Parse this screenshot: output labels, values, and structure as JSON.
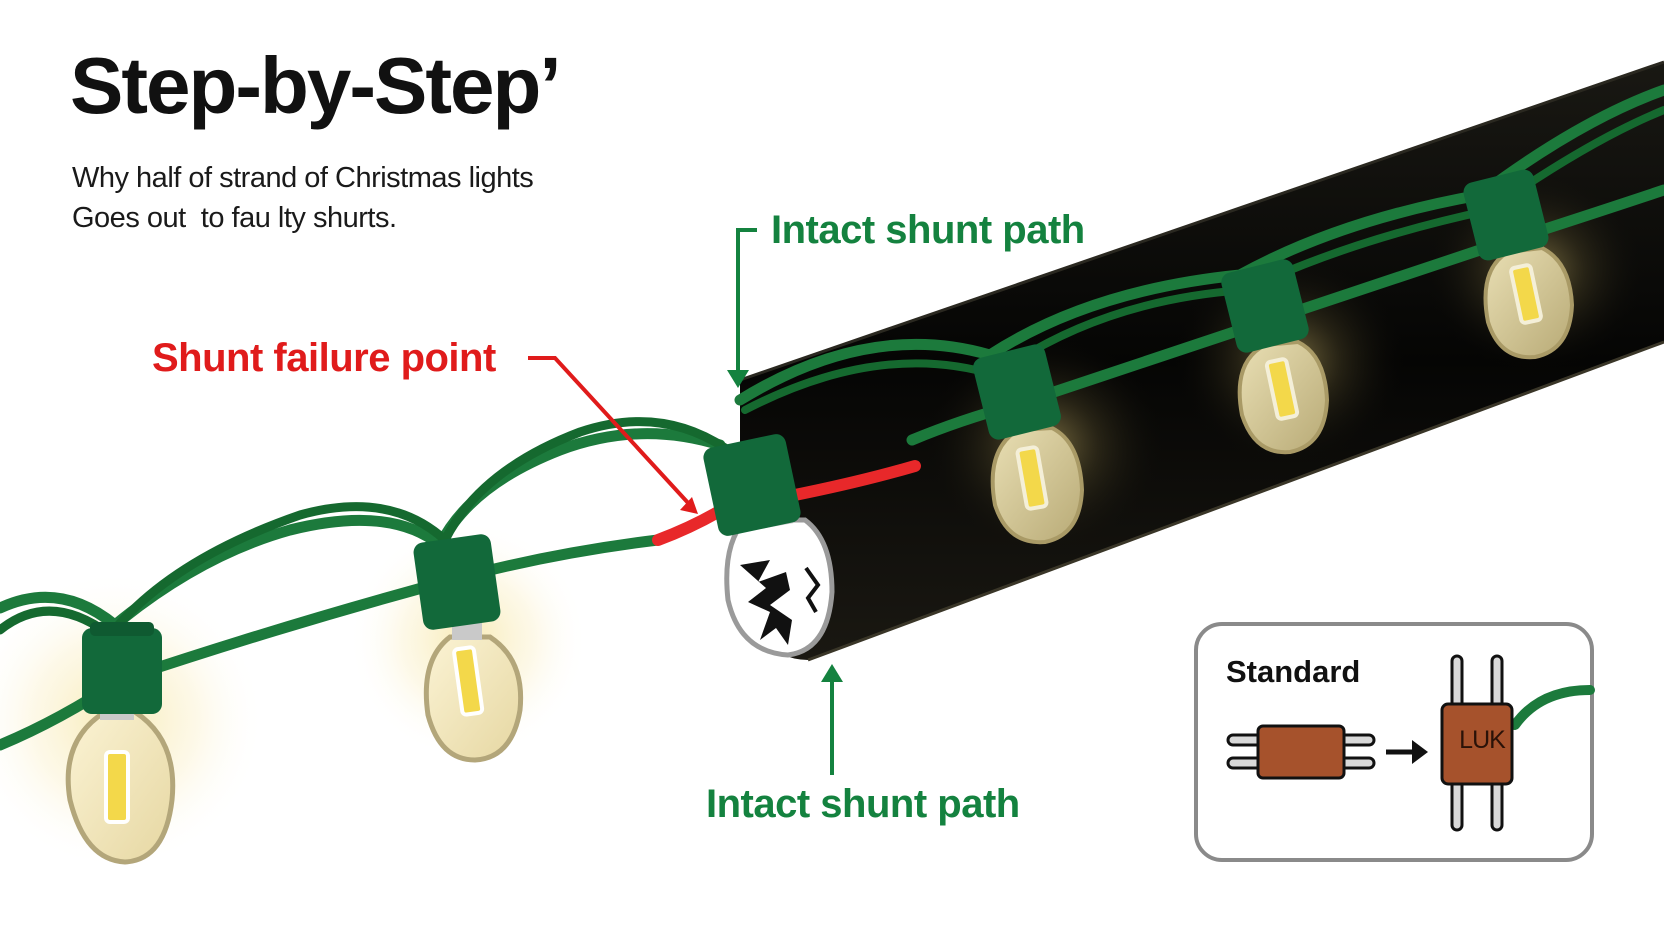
{
  "title": "Step-by-Step’",
  "subtitle": {
    "line1": "Why half of strand of Christmas lights",
    "line2": "Goes out  to fau lty shurts."
  },
  "labels": {
    "shunt_failure": "Shunt failure point",
    "intact_top": "Intact shunt path",
    "intact_bottom": "Intact shunt path"
  },
  "inset": {
    "title": "Standard",
    "chip_label": "LUK"
  },
  "colors": {
    "wire_green": "#1c7a3c",
    "socket_green": "#12693a",
    "failure_red": "#e8282a",
    "label_green": "#14823f",
    "label_red": "#e01b1b",
    "chip_brown": "#a6522c",
    "tube_black": "#0c0b08",
    "bulb_glow": "#f3e6a4"
  },
  "icons": {
    "broken_bulb": "cracked-bulb-icon",
    "arrow": "right-arrow-icon"
  }
}
